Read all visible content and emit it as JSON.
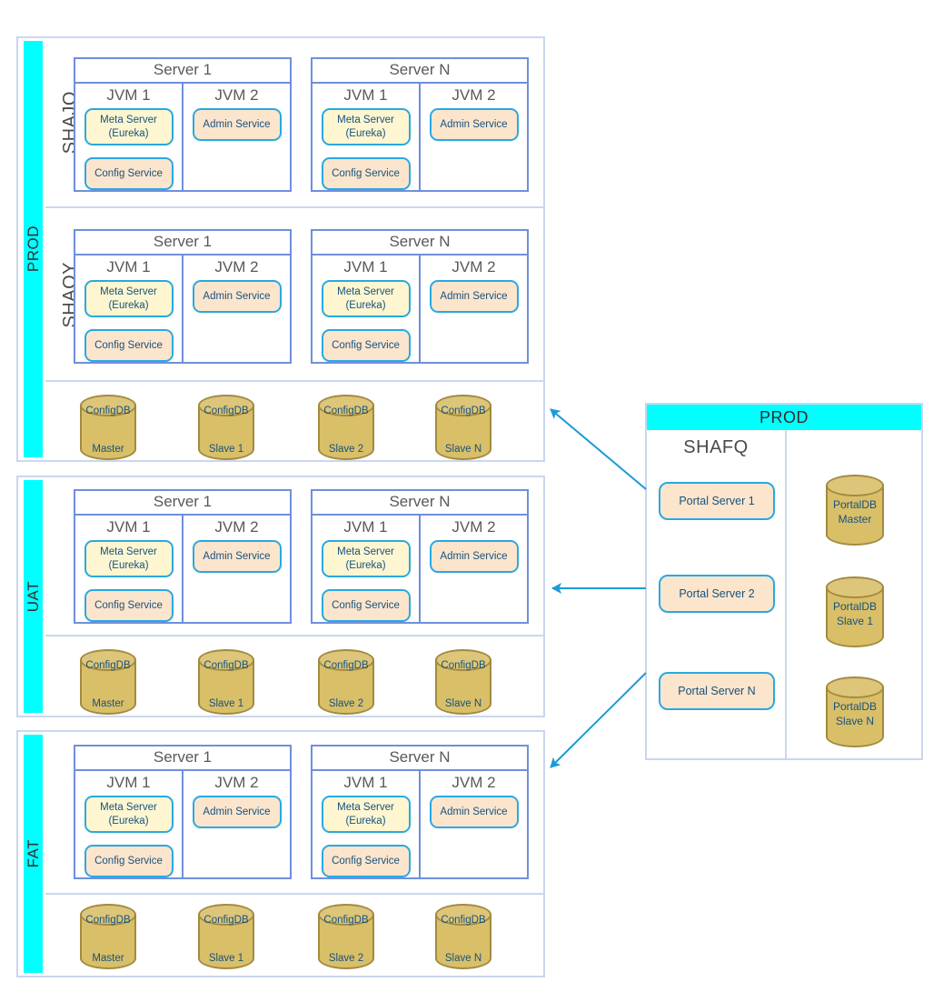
{
  "colors": {
    "cyan": "#00FFFF",
    "env_border": "#C9D7EF",
    "server_border": "#6F8FDC",
    "server_text": "#595959",
    "service_border": "#29A9E1",
    "service_text": "#17527E",
    "meta_fill": "#FDF6D0",
    "peach_fill": "#FCE5CD",
    "db_fill": "#D9BF68",
    "db_top_fill": "#DDC679",
    "db_border": "#A28A41",
    "db_text": "#17527E",
    "arrow": "#1D9AD6"
  },
  "left_environments": [
    {
      "label": "PROD",
      "clusters": [
        {
          "label": "SHAJQ",
          "servers": [
            {
              "title": "Server 1",
              "jvms": [
                {
                  "label": "JVM 1",
                  "services": [
                    {
                      "text": "Meta Server (Eureka)",
                      "style": "meta"
                    },
                    {
                      "text": "Config Service",
                      "style": "peach"
                    }
                  ]
                },
                {
                  "label": "JVM 2",
                  "services": [
                    {
                      "text": "Admin Service",
                      "style": "peach"
                    }
                  ]
                }
              ]
            },
            {
              "title": "Server N",
              "jvms": [
                {
                  "label": "JVM 1",
                  "services": [
                    {
                      "text": "Meta Server (Eureka)",
                      "style": "meta"
                    },
                    {
                      "text": "Config Service",
                      "style": "peach"
                    }
                  ]
                },
                {
                  "label": "JVM 2",
                  "services": [
                    {
                      "text": "Admin Service",
                      "style": "peach"
                    }
                  ]
                }
              ]
            }
          ]
        },
        {
          "label": "SHAOY",
          "servers": [
            {
              "title": "Server 1",
              "jvms": [
                {
                  "label": "JVM 1",
                  "services": [
                    {
                      "text": "Meta Server (Eureka)",
                      "style": "meta"
                    },
                    {
                      "text": "Config Service",
                      "style": "peach"
                    }
                  ]
                },
                {
                  "label": "JVM 2",
                  "services": [
                    {
                      "text": "Admin Service",
                      "style": "peach"
                    }
                  ]
                }
              ]
            },
            {
              "title": "Server N",
              "jvms": [
                {
                  "label": "JVM 1",
                  "services": [
                    {
                      "text": "Meta Server (Eureka)",
                      "style": "meta"
                    },
                    {
                      "text": "Config Service",
                      "style": "peach"
                    }
                  ]
                },
                {
                  "label": "JVM 2",
                  "services": [
                    {
                      "text": "Admin Service",
                      "style": "peach"
                    }
                  ]
                }
              ]
            }
          ]
        }
      ],
      "databases": [
        {
          "line1": "ConfigDB",
          "line2": "Master"
        },
        {
          "line1": "ConfigDB",
          "line2": "Slave 1"
        },
        {
          "line1": "ConfigDB",
          "line2": "Slave 2"
        },
        {
          "line1": "ConfigDB",
          "line2": "Slave N"
        }
      ]
    },
    {
      "label": "UAT",
      "clusters": [
        {
          "label": "",
          "servers": [
            {
              "title": "Server 1",
              "jvms": [
                {
                  "label": "JVM 1",
                  "services": [
                    {
                      "text": "Meta Server (Eureka)",
                      "style": "meta"
                    },
                    {
                      "text": "Config Service",
                      "style": "peach"
                    }
                  ]
                },
                {
                  "label": "JVM 2",
                  "services": [
                    {
                      "text": "Admin Service",
                      "style": "peach"
                    }
                  ]
                }
              ]
            },
            {
              "title": "Server N",
              "jvms": [
                {
                  "label": "JVM 1",
                  "services": [
                    {
                      "text": "Meta Server (Eureka)",
                      "style": "meta"
                    },
                    {
                      "text": "Config Service",
                      "style": "peach"
                    }
                  ]
                },
                {
                  "label": "JVM 2",
                  "services": [
                    {
                      "text": "Admin Service",
                      "style": "peach"
                    }
                  ]
                }
              ]
            }
          ]
        }
      ],
      "databases": [
        {
          "line1": "ConfigDB",
          "line2": "Master"
        },
        {
          "line1": "ConfigDB",
          "line2": "Slave 1"
        },
        {
          "line1": "ConfigDB",
          "line2": "Slave 2"
        },
        {
          "line1": "ConfigDB",
          "line2": "Slave N"
        }
      ]
    },
    {
      "label": "FAT",
      "clusters": [
        {
          "label": "",
          "servers": [
            {
              "title": "Server 1",
              "jvms": [
                {
                  "label": "JVM 1",
                  "services": [
                    {
                      "text": "Meta Server (Eureka)",
                      "style": "meta"
                    },
                    {
                      "text": "Config Service",
                      "style": "peach"
                    }
                  ]
                },
                {
                  "label": "JVM 2",
                  "services": [
                    {
                      "text": "Admin Service",
                      "style": "peach"
                    }
                  ]
                }
              ]
            },
            {
              "title": "Server N",
              "jvms": [
                {
                  "label": "JVM 1",
                  "services": [
                    {
                      "text": "Meta Server (Eureka)",
                      "style": "meta"
                    },
                    {
                      "text": "Config Service",
                      "style": "peach"
                    }
                  ]
                },
                {
                  "label": "JVM 2",
                  "services": [
                    {
                      "text": "Admin Service",
                      "style": "peach"
                    }
                  ]
                }
              ]
            }
          ]
        }
      ],
      "databases": [
        {
          "line1": "ConfigDB",
          "line2": "Master"
        },
        {
          "line1": "ConfigDB",
          "line2": "Slave 1"
        },
        {
          "line1": "ConfigDB",
          "line2": "Slave 2"
        },
        {
          "line1": "ConfigDB",
          "line2": "Slave N"
        }
      ]
    }
  ],
  "right_panel": {
    "header": "PROD",
    "cluster_label": "SHAFQ",
    "portal_servers": [
      {
        "label": "Portal Server 1"
      },
      {
        "label": "Portal Server 2"
      },
      {
        "label": "Portal Server N"
      }
    ],
    "databases": [
      {
        "line1": "PortalDB",
        "line2": "Master"
      },
      {
        "line1": "PortalDB",
        "line2": "Slave 1"
      },
      {
        "line1": "PortalDB",
        "line2": "Slave N"
      }
    ]
  }
}
